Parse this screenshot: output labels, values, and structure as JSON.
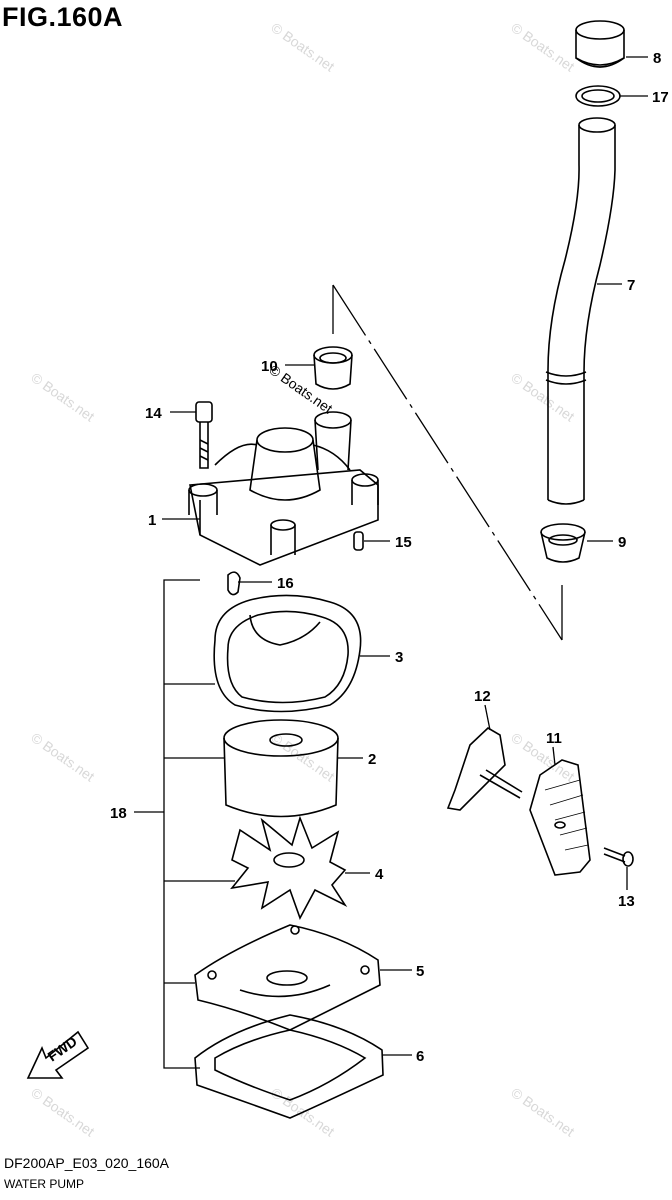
{
  "header": {
    "figure_title": "FIG.160A"
  },
  "footer": {
    "model_code": "DF200AP_E03_020_160A",
    "section_name": "WATER PUMP"
  },
  "watermark": {
    "text": "© Boats.net"
  },
  "direction_arrow": {
    "label": "FWD"
  },
  "callouts": [
    {
      "number": "1"
    },
    {
      "number": "2"
    },
    {
      "number": "3"
    },
    {
      "number": "4"
    },
    {
      "number": "5"
    },
    {
      "number": "6"
    },
    {
      "number": "7"
    },
    {
      "number": "8"
    },
    {
      "number": "9"
    },
    {
      "number": "10"
    },
    {
      "number": "11"
    },
    {
      "number": "12"
    },
    {
      "number": "13"
    },
    {
      "number": "14"
    },
    {
      "number": "15"
    },
    {
      "number": "16"
    },
    {
      "number": "17"
    },
    {
      "number": "18"
    }
  ]
}
